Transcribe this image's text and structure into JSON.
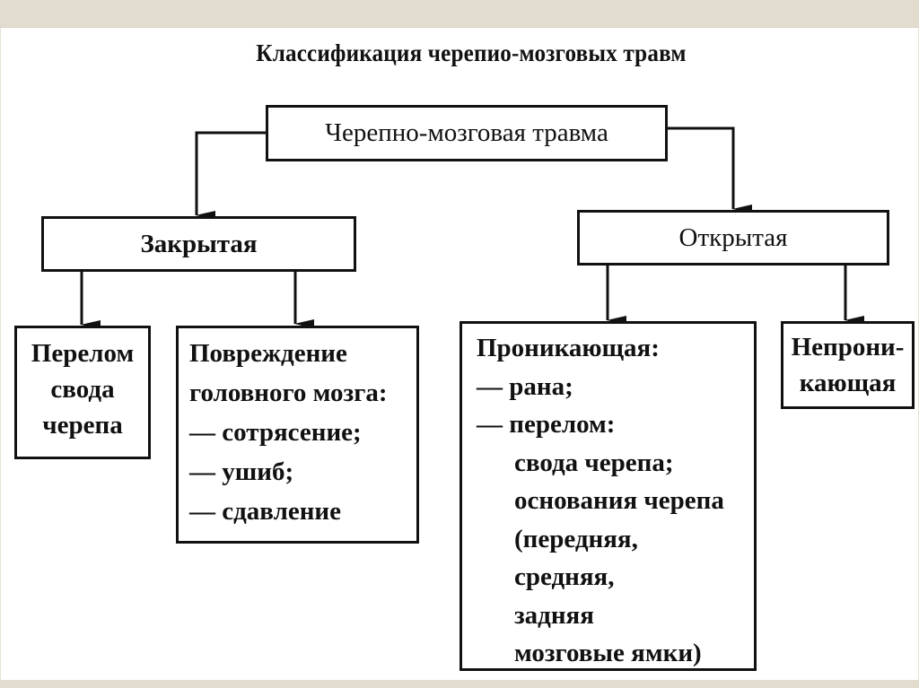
{
  "title": "Классификация черепио-мозговых травм",
  "root": {
    "label": "Черепно-мозговая травма"
  },
  "closed": {
    "label": "Закрытая",
    "children": {
      "fracture": {
        "lines": [
          "Перелом",
          "свода",
          "черепа"
        ]
      },
      "brain_damage": {
        "lines": [
          "Повреждение",
          "головного мозга:",
          "— сотрясение;",
          "— ушиб;",
          "— сдавление"
        ]
      }
    }
  },
  "open": {
    "label": "Открытая",
    "children": {
      "penetrating": {
        "lines": [
          "Проникающая:",
          "— рана;",
          "— перелом:",
          "свода черепа;",
          "основания черепа",
          "(передняя,",
          "средняя,",
          "задняя",
          "мозговые ямки)"
        ]
      },
      "non_penetrating": {
        "lines": [
          "Непрони-",
          "кающая"
        ]
      }
    }
  },
  "colors": {
    "line": "#111111",
    "frame_bar": "#e2dccf",
    "background": "#ffffff"
  }
}
